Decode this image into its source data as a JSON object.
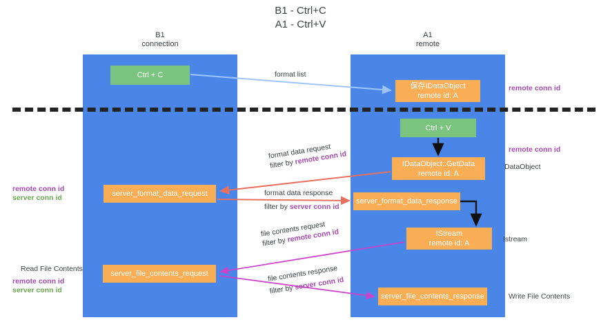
{
  "title": "B1 - Ctrl+C\nA1 - Ctrl+V",
  "lanes": [
    {
      "name": "lane-b1",
      "header": "B1\nconnection",
      "color": "#4a86e8"
    },
    {
      "name": "lane-a1",
      "header": "A1\nremote",
      "color": "#4a86e8"
    }
  ],
  "colors": {
    "lane": "#4a86e8",
    "green_node": "#7bc47f",
    "orange_node": "#f9ad55",
    "purple_text": "#a64ab0",
    "green_text": "#6aa84f",
    "divider": "#222222",
    "arrow_blue": "#9fc5f8",
    "arrow_red": "#e8705f",
    "arrow_magenta": "#cc44cc",
    "arrow_black": "#000000"
  },
  "nodes": {
    "ctrl_c": "Ctrl + C",
    "idataobject": "保存IDataObject\nremote id: A",
    "ctrl_v": "Ctrl + V",
    "getdata": "IDataObject::GetData\nremote id: A",
    "server_format_data_request": "server_format_data_request",
    "server_format_data_response": "server_format_data_response",
    "istream": "IStream\nremote id: A",
    "server_file_contents_request": "server_file_contents_request",
    "server_file_contents_response": "server_file_contents_response"
  },
  "edge_labels": {
    "format_list": "format list",
    "format_data_request": {
      "line1": "format data request",
      "prefix": "filter by ",
      "id": "remote conn id"
    },
    "format_data_response": {
      "line1": "format data response",
      "prefix": "filter by ",
      "id": "server conn id"
    },
    "file_contents_request": {
      "line1": "file contents request",
      "prefix": "filter by ",
      "id": "remote conn id"
    },
    "file_contents_response": {
      "line1": "file contents response",
      "prefix": "filter by ",
      "id": "server conn id"
    }
  },
  "annotations": {
    "remote_conn_id_top": "remote conn id",
    "remote_conn_id_mid": "remote conn id",
    "dataobject": "DataObject",
    "istream": "Istream",
    "write_file_contents": "Write File Contents",
    "read_file_contents": "Read File Contents",
    "remote_conn_id_left": "remote conn id",
    "server_conn_id_left": "server conn id",
    "remote_conn_id_left2": "remote conn id",
    "server_conn_id_left2": "server conn id"
  }
}
